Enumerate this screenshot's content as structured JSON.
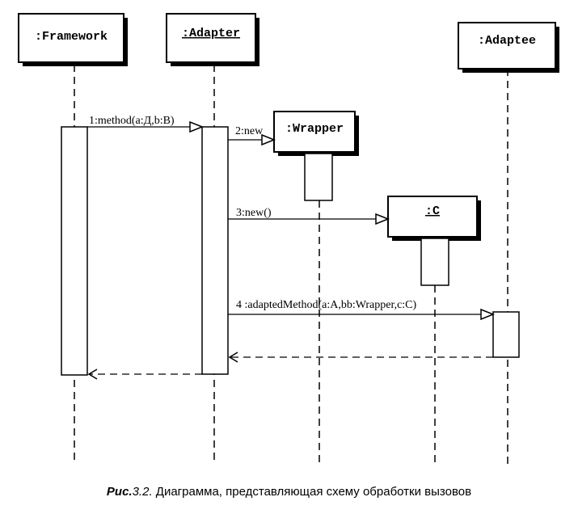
{
  "objects": {
    "framework": ":Framework",
    "adapter": ":Adapter",
    "adaptee": ":Adaptee",
    "wrapper": ":Wrapper",
    "c": ":C"
  },
  "messages": {
    "m1": "1:method(a:Д,b:B)",
    "m2": "2:new",
    "m3": "3:new()",
    "m4": "4 :adaptedMethod(a:A,bb:Wrapper,c:C)"
  },
  "caption": {
    "fig_bold": "Рис.",
    "fig_num": "3.2.",
    "text": "Диаграмма, представляющая схему обработки вызовов"
  }
}
